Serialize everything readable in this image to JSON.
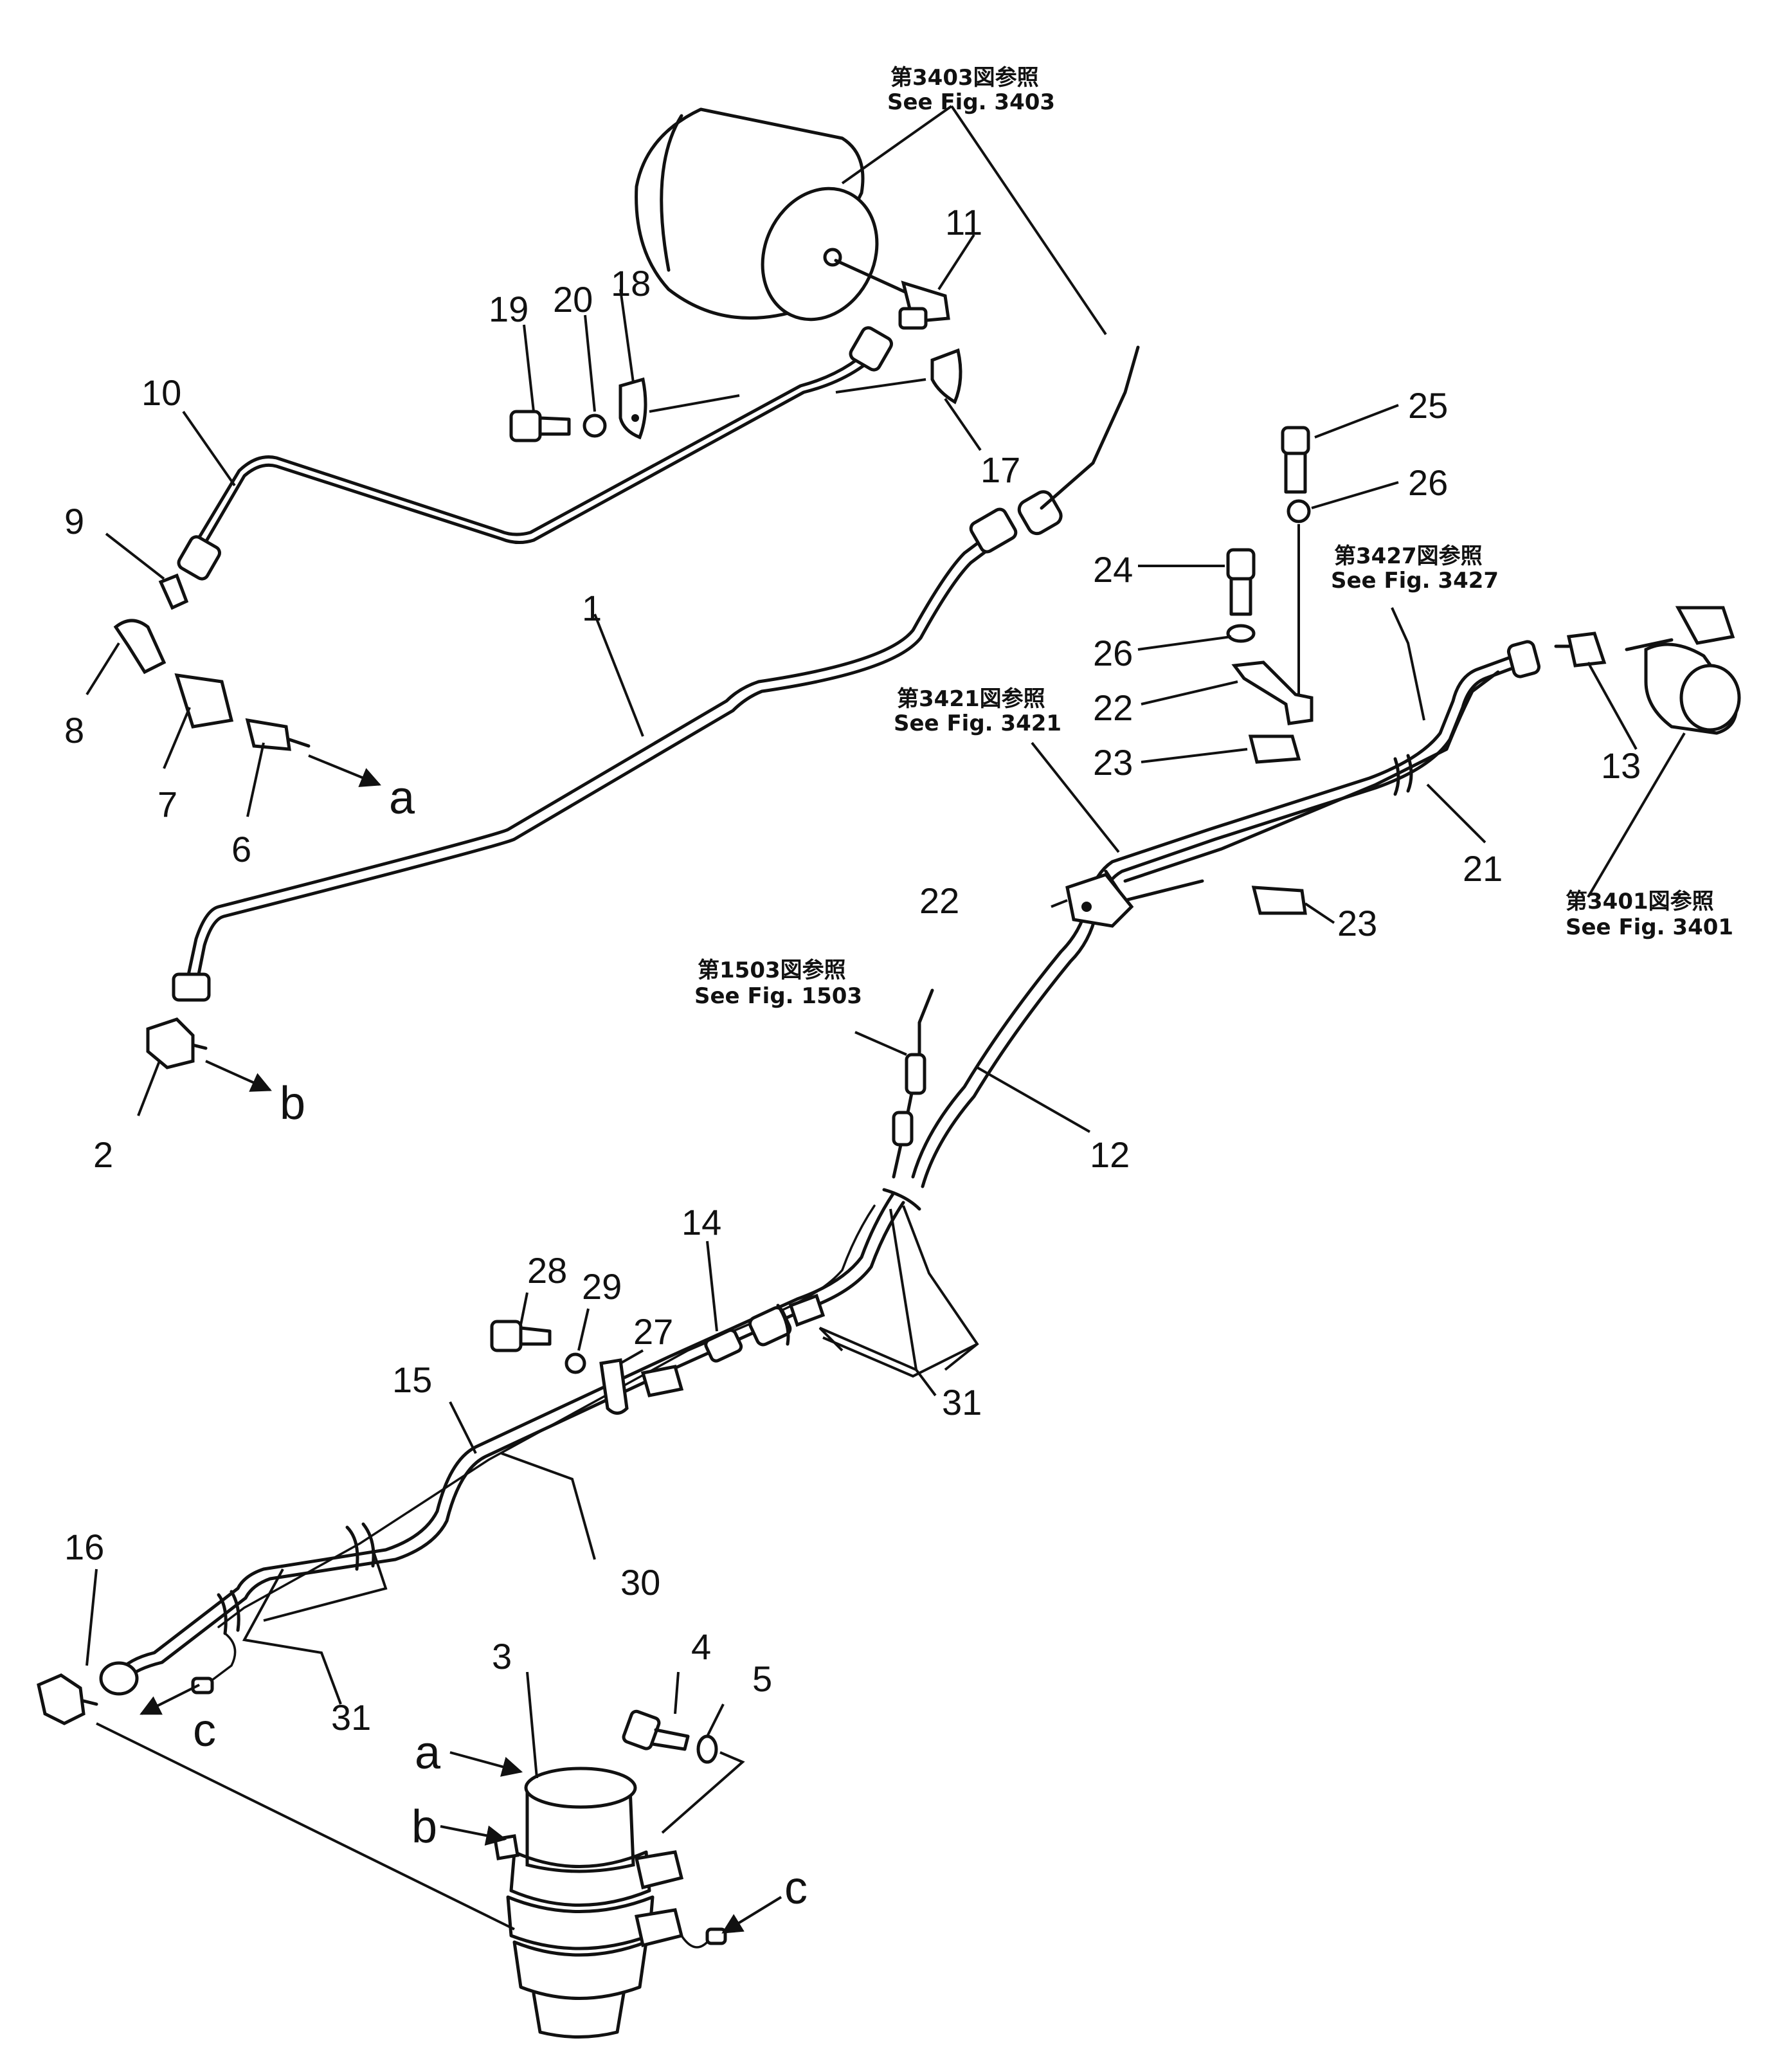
{
  "refs": {
    "ref_3403_jp": "第3403図参照",
    "ref_3403_en": "See  Fig.  3403",
    "ref_3427_jp": "第3427図参照",
    "ref_3427_en": "See  Fig.  3427",
    "ref_3421_jp": "第3421図参照",
    "ref_3421_en": "See  Fig.  3421",
    "ref_3401_jp": "第3401図参照",
    "ref_3401_en": "See  Fig.  3401",
    "ref_1503_jp": "第1503図参照",
    "ref_1503_en": "See  Fig.  1503"
  },
  "callouts": {
    "c1": "1",
    "c2": "2",
    "c3": "3",
    "c4": "4",
    "c5": "5",
    "c6": "6",
    "c7": "7",
    "c8": "8",
    "c9": "9",
    "c10": "10",
    "c11": "11",
    "c12": "12",
    "c13": "13",
    "c14": "14",
    "c15": "15",
    "c16": "16",
    "c17": "17",
    "c18": "18",
    "c19": "19",
    "c20": "20",
    "c21": "21",
    "c22a": "22",
    "c22b": "22",
    "c23a": "23",
    "c23b": "23",
    "c24": "24",
    "c25": "25",
    "c26a": "26",
    "c26b": "26",
    "c27": "27",
    "c28": "28",
    "c29": "29",
    "c30": "30",
    "c31a": "31",
    "c31b": "31"
  },
  "connections": {
    "a_out": "a",
    "b_out": "b",
    "c_out": "c",
    "a_in": "a",
    "b_in": "b",
    "c_in": "c"
  }
}
